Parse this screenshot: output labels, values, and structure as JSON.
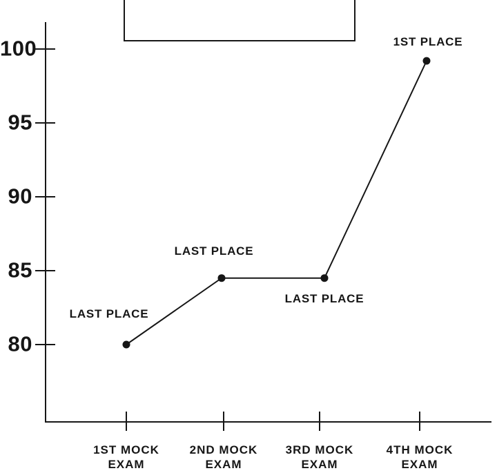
{
  "colors": {
    "ink": "#161616",
    "background": "#ffffff"
  },
  "chart_data": {
    "type": "line",
    "title": "",
    "xlabel": "",
    "ylabel": "",
    "grid": false,
    "legend_position": "none",
    "line_color": "#161616",
    "marker": "filled-circle",
    "ylim": [
      74.8,
      101.9
    ],
    "y_ticks": [
      100,
      95,
      90,
      85,
      80
    ],
    "categories": [
      "1ST MOCK EXAM",
      "2ND MOCK EXAM",
      "3RD MOCK EXAM",
      "4TH MOCK EXAM"
    ],
    "category_label_lines": [
      [
        "1ST MOCK",
        "EXAM"
      ],
      [
        "2ND MOCK",
        "EXAM"
      ],
      [
        "3RD MOCK",
        "EXAM"
      ],
      [
        "4TH MOCK",
        "EXAM"
      ]
    ],
    "values": [
      80,
      84.5,
      84.5,
      99.2
    ],
    "point_labels": [
      "LAST PLACE",
      "LAST PLACE",
      "LAST PLACE",
      "1ST PLACE"
    ],
    "points": [
      {
        "category": "1ST MOCK EXAM",
        "value": 80,
        "label": "LAST PLACE",
        "label_dx": -25,
        "label_dy": -44,
        "x_nudge": 0
      },
      {
        "category": "2ND MOCK EXAM",
        "value": 84.5,
        "label": "LAST PLACE",
        "label_dx": -11,
        "label_dy": -39,
        "x_nudge": -3
      },
      {
        "category": "3RD MOCK EXAM",
        "value": 84.5,
        "label": "LAST PLACE",
        "label_dx": 0,
        "label_dy": 30,
        "x_nudge": 7
      },
      {
        "category": "4TH MOCK EXAM",
        "value": 99.2,
        "label": "1ST PLACE",
        "label_dx": 2,
        "label_dy": -27,
        "x_nudge": 10
      }
    ]
  }
}
